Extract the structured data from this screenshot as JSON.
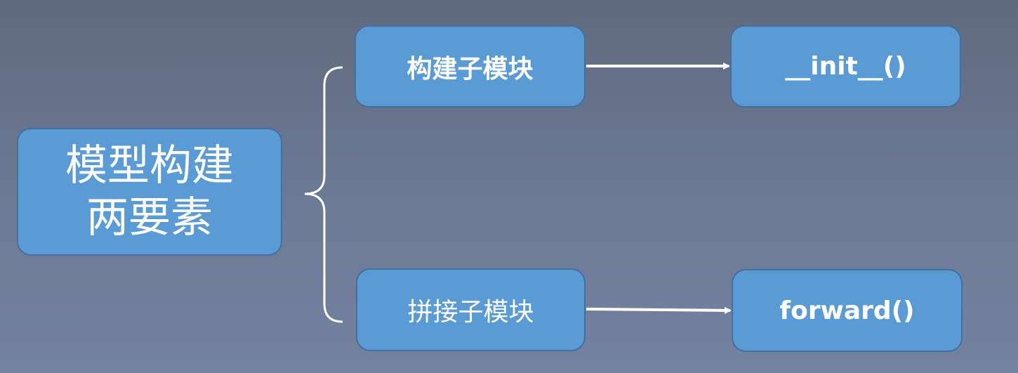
{
  "diagram": {
    "root": {
      "line1": "模型构建",
      "line2": "两要素"
    },
    "branches": [
      {
        "label": "构建子模块",
        "target": "__init__()"
      },
      {
        "label": "拼接子模块",
        "target": "forward()"
      }
    ],
    "colors": {
      "box_fill": "#5b9bd5",
      "box_border": "#41719c",
      "text": "#ffffff",
      "connector": "#ffffff"
    }
  }
}
